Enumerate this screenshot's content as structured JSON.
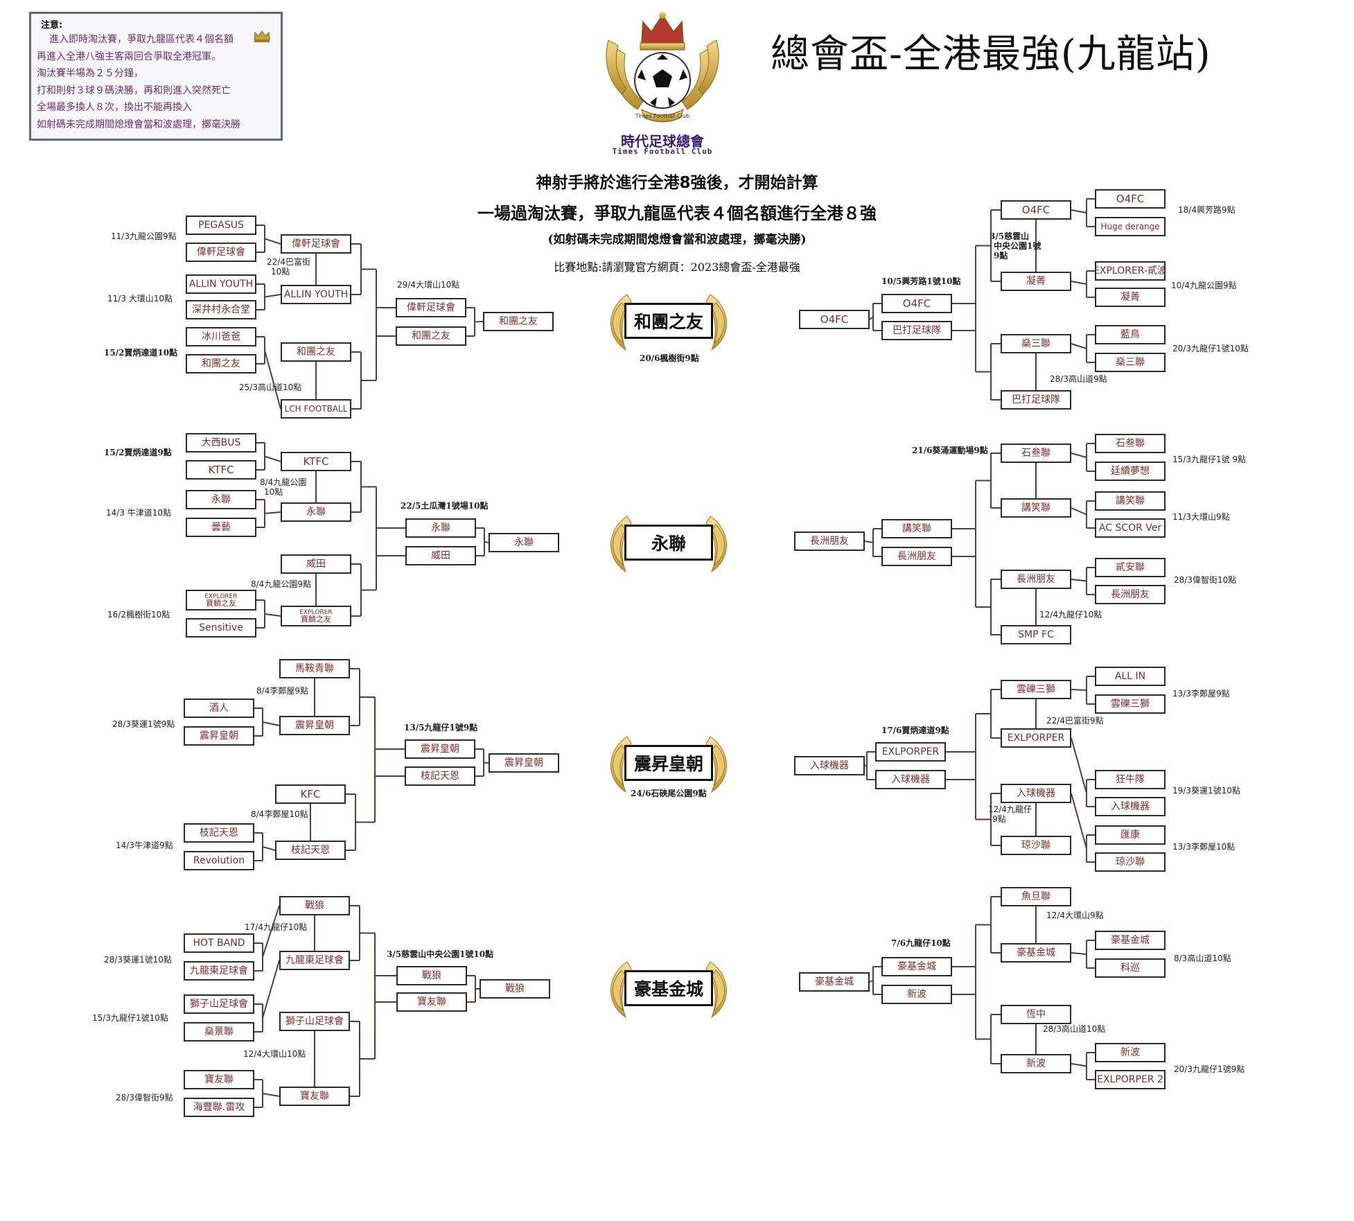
{
  "notice": {
    "title": "注意:",
    "lines": [
      "進入即時淘汰賽，爭取九龍區代表４個名額",
      "再進入全港八強主客兩回合爭取全港冠軍。",
      "淘汰賽半場為２５分鐘，",
      "打和則射３球９碼決勝，再和則進入突然死亡",
      "全場最多換人８次，換出不能再換入",
      "如射碼未完成期間熄燈會當和波處理，擲毫決勝"
    ]
  },
  "logo": {
    "name_cn": "時代足球總會",
    "name_en": "Times Football Club",
    "ribbon": "Times Football Club"
  },
  "title": "總會盃-全港最強(九龍站)",
  "subtitle1": "神射手將於進行全港8強後，才開始計算",
  "subtitle2": "一場過淘汰賽，爭取九龍區代表４個名額進行全港８強",
  "subtitle3": "(如射碼未完成期間熄燈會當和波處理，擲毫決勝)",
  "subtitle4": "比賽地點:請瀏覽官方網頁：2023總會盃-全港最強",
  "champions": [
    "和團之友",
    "永聯",
    "震昇皇朝",
    "豪基金城"
  ],
  "colors": {
    "team_text": "#7a2e2e",
    "line": "#5a3a3a",
    "box_border": "#2a2a2a",
    "notice_text": "#6a2f6d"
  },
  "boxes": [
    {
      "id": "L1_1a",
      "text": "PEGASUS"
    },
    {
      "id": "L1_1b",
      "text": "偉軒足球會"
    },
    {
      "id": "L1_2a",
      "text": "ALLIN YOUTH"
    },
    {
      "id": "L1_2b",
      "text": "深井村永合堂"
    },
    {
      "id": "L1_3a",
      "text": "冰川爸爸"
    },
    {
      "id": "L1_3b",
      "text": "和團之友"
    },
    {
      "id": "L1_r1a",
      "text": "偉軒足球會"
    },
    {
      "id": "L1_r1b",
      "text": "ALLIN YOUTH"
    },
    {
      "id": "L1_r1c",
      "text": "和團之友"
    },
    {
      "id": "L1_r1d",
      "text": "LCH FOOTBALL"
    },
    {
      "id": "L1_q1",
      "text": "偉軒足球會"
    },
    {
      "id": "L1_q2",
      "text": "和團之友"
    },
    {
      "id": "L1_s",
      "text": "和團之友"
    },
    {
      "id": "L2_1a",
      "text": "大西BUS"
    },
    {
      "id": "L2_1b",
      "text": "KTFC"
    },
    {
      "id": "L2_2a",
      "text": "永聯"
    },
    {
      "id": "L2_2b",
      "text": "曇藝"
    },
    {
      "id": "L2_3a",
      "text": "EXPLORER\n寶麟之友"
    },
    {
      "id": "L2_3b",
      "text": "Sensitive"
    },
    {
      "id": "L2_r1a",
      "text": "KTFC"
    },
    {
      "id": "L2_r1b",
      "text": "永聯"
    },
    {
      "id": "L2_r1c",
      "text": "威田"
    },
    {
      "id": "L2_r1d",
      "text": "EXPLORER\n寶麟之友"
    },
    {
      "id": "L2_q1",
      "text": "永聯"
    },
    {
      "id": "L2_q2",
      "text": "威田"
    },
    {
      "id": "L2_s",
      "text": "永聯"
    },
    {
      "id": "L3_1a",
      "text": "酒人"
    },
    {
      "id": "L3_1b",
      "text": "震昇皇朝"
    },
    {
      "id": "L3_2a",
      "text": "枝記天恩"
    },
    {
      "id": "L3_2b",
      "text": "Revolution"
    },
    {
      "id": "L3_r1a",
      "text": "馬鞍青聯"
    },
    {
      "id": "L3_r1b",
      "text": "震昇皇朝"
    },
    {
      "id": "L3_r1c",
      "text": "KFC"
    },
    {
      "id": "L3_r1d",
      "text": "枝記天恩"
    },
    {
      "id": "L3_q1",
      "text": "震昇皇朝"
    },
    {
      "id": "L3_q2",
      "text": "枝記天恩"
    },
    {
      "id": "L3_s",
      "text": "震昇皇朝"
    },
    {
      "id": "L4_1a",
      "text": "HOT BAND"
    },
    {
      "id": "L4_1b",
      "text": "九龍東足球會"
    },
    {
      "id": "L4_2a",
      "text": "獅子山足球會"
    },
    {
      "id": "L4_2b",
      "text": "燊景聯"
    },
    {
      "id": "L4_3a",
      "text": "寶友聯"
    },
    {
      "id": "L4_3b",
      "text": "海豐聯.雷攻"
    },
    {
      "id": "L4_r1a",
      "text": "戰狼"
    },
    {
      "id": "L4_r1b",
      "text": "九龍東足球會"
    },
    {
      "id": "L4_r1c",
      "text": "獅子山足球會"
    },
    {
      "id": "L4_r1d",
      "text": "寶友聯"
    },
    {
      "id": "L4_q1",
      "text": "戰狼"
    },
    {
      "id": "L4_q2",
      "text": "寶友聯"
    },
    {
      "id": "L4_s",
      "text": "戰狼"
    },
    {
      "id": "R1_1a",
      "text": "O4FC"
    },
    {
      "id": "R1_1b",
      "text": "Huge derange"
    },
    {
      "id": "R1_2a",
      "text": "EXPLORER-貳波"
    },
    {
      "id": "R1_2b",
      "text": "凝菁"
    },
    {
      "id": "R1_3a",
      "text": "藍鳥"
    },
    {
      "id": "R1_3b",
      "text": "燊三聯"
    },
    {
      "id": "R1_r1a",
      "text": "O4FC"
    },
    {
      "id": "R1_r1b",
      "text": "凝菁"
    },
    {
      "id": "R1_r1c",
      "text": "燊三聯"
    },
    {
      "id": "R1_r1d",
      "text": "巴打足球隊"
    },
    {
      "id": "R1_q1",
      "text": "O4FC"
    },
    {
      "id": "R1_q2",
      "text": "巴打足球隊"
    },
    {
      "id": "R1_s",
      "text": "O4FC"
    },
    {
      "id": "R2_1a",
      "text": "石叁聯"
    },
    {
      "id": "R2_1b",
      "text": "廷續夢想"
    },
    {
      "id": "R2_2a",
      "text": "講笑聯"
    },
    {
      "id": "R2_2b",
      "text": "AC SCOR Ver"
    },
    {
      "id": "R2_3a",
      "text": "貳安聯"
    },
    {
      "id": "R2_3b",
      "text": "長洲朋友"
    },
    {
      "id": "R2_r1a",
      "text": "石叁聯"
    },
    {
      "id": "R2_r1b",
      "text": "講笑聯"
    },
    {
      "id": "R2_r1c",
      "text": "長洲朋友"
    },
    {
      "id": "R2_r1d",
      "text": "SMP  FC"
    },
    {
      "id": "R2_q1",
      "text": "講笑聯"
    },
    {
      "id": "R2_q2",
      "text": "長洲朋友"
    },
    {
      "id": "R2_s",
      "text": "長洲朋友"
    },
    {
      "id": "R3_1a",
      "text": "ALL IN"
    },
    {
      "id": "R3_1b",
      "text": "雲礫三獅"
    },
    {
      "id": "R3_2a",
      "text": "狂牛隊"
    },
    {
      "id": "R3_2b",
      "text": "入球機器"
    },
    {
      "id": "R3_3a",
      "text": "匯康"
    },
    {
      "id": "R3_3b",
      "text": "琼沙聯"
    },
    {
      "id": "R3_r1a",
      "text": "雲礫三獅"
    },
    {
      "id": "R3_r1b",
      "text": "EXLPORPER"
    },
    {
      "id": "R3_r1c",
      "text": "入球機器"
    },
    {
      "id": "R3_r1d",
      "text": "琼沙聯"
    },
    {
      "id": "R3_q1",
      "text": "EXLPORPER"
    },
    {
      "id": "R3_q2",
      "text": "入球機器"
    },
    {
      "id": "R3_s",
      "text": "入球機器"
    },
    {
      "id": "R4_1a",
      "text": "豪基金城"
    },
    {
      "id": "R4_1b",
      "text": "科巡"
    },
    {
      "id": "R4_2a",
      "text": "新波"
    },
    {
      "id": "R4_2b",
      "text": "EXLPORPER 2"
    },
    {
      "id": "R4_r1a",
      "text": "魚旦聯"
    },
    {
      "id": "R4_r1b",
      "text": "豪基金城"
    },
    {
      "id": "R4_r1c",
      "text": "恆中"
    },
    {
      "id": "R4_r1d",
      "text": "新波"
    },
    {
      "id": "R4_q1",
      "text": "豪基金城"
    },
    {
      "id": "R4_q2",
      "text": "新波"
    },
    {
      "id": "R4_s",
      "text": "豪基金城"
    }
  ],
  "notes": [
    {
      "id": "n1",
      "text": "11/3九龍公園9點"
    },
    {
      "id": "n2",
      "text": "22/4巴富街\n10點"
    },
    {
      "id": "n3",
      "text": "11/3 大環山10點"
    },
    {
      "id": "n4",
      "text": "15/2賈炳達道10點"
    },
    {
      "id": "n5",
      "text": "25/3高山道10點"
    },
    {
      "id": "n6",
      "text": "29/4大環山10點"
    },
    {
      "id": "n7",
      "text": "20/6楓樹街9點"
    },
    {
      "id": "n8",
      "text": "15/2賈炳達道9點"
    },
    {
      "id": "n9",
      "text": "8/4九龍公園\n10點"
    },
    {
      "id": "n10",
      "text": "14/3 牛津道10點"
    },
    {
      "id": "n11",
      "text": "8/4九龍公園9點"
    },
    {
      "id": "n12",
      "text": "16/2楓樹街10點"
    },
    {
      "id": "n13",
      "text": "22/5土瓜灣1號場10點"
    },
    {
      "id": "n14",
      "text": "8/4李鄭屋9點"
    },
    {
      "id": "n15",
      "text": "28/3葵運1號9點"
    },
    {
      "id": "n16",
      "text": "13/5九龍仔1號9點"
    },
    {
      "id": "n17",
      "text": "8/4李鄭屋10點"
    },
    {
      "id": "n18",
      "text": "14/3牛津道9點"
    },
    {
      "id": "n19",
      "text": "24/6石硤尾公園9點"
    },
    {
      "id": "n20",
      "text": "17/4九龍仔10點"
    },
    {
      "id": "n21",
      "text": "28/3葵運1號10點"
    },
    {
      "id": "n22",
      "text": "3/5慈雲山中央公園1號10點"
    },
    {
      "id": "n23",
      "text": "15/3九龍仔1號10點"
    },
    {
      "id": "n24",
      "text": "12/4大環山10點"
    },
    {
      "id": "n25",
      "text": "28/3偉智街9點"
    },
    {
      "id": "n26",
      "text": "18/4興芳路9點"
    },
    {
      "id": "n27",
      "text": "3/5慈雲山\n中央公園1號\n9點"
    },
    {
      "id": "n28",
      "text": "10/5興芳路1號10點"
    },
    {
      "id": "n29",
      "text": "10/4九龍公園9點"
    },
    {
      "id": "n30",
      "text": "20/3九龍仔1號10點"
    },
    {
      "id": "n31",
      "text": "28/3高山道9點"
    },
    {
      "id": "n32",
      "text": "21/6葵涌運動場9點"
    },
    {
      "id": "n33",
      "text": "15/3九龍仔1號 9點"
    },
    {
      "id": "n34",
      "text": "11/3大環山9點"
    },
    {
      "id": "n35",
      "text": "28/3偉智街10點"
    },
    {
      "id": "n36",
      "text": "12/4九龍仔10點"
    },
    {
      "id": "n37",
      "text": "13/3李鄭屋9點"
    },
    {
      "id": "n38",
      "text": "22/4巴富街9點"
    },
    {
      "id": "n39",
      "text": "17/6賈炳達道9點"
    },
    {
      "id": "n40",
      "text": "19/3葵運1號10點"
    },
    {
      "id": "n41",
      "text": "12/4九龍仔\n9點"
    },
    {
      "id": "n42",
      "text": "13/3李鄭屋10點"
    },
    {
      "id": "n43",
      "text": "12/4大環山9點"
    },
    {
      "id": "n44",
      "text": "7/6九龍仔10點"
    },
    {
      "id": "n45",
      "text": "8/3高山道10點"
    },
    {
      "id": "n46",
      "text": "28/3高山道10點"
    },
    {
      "id": "n47",
      "text": "20/3九龍仔1號9點"
    }
  ]
}
